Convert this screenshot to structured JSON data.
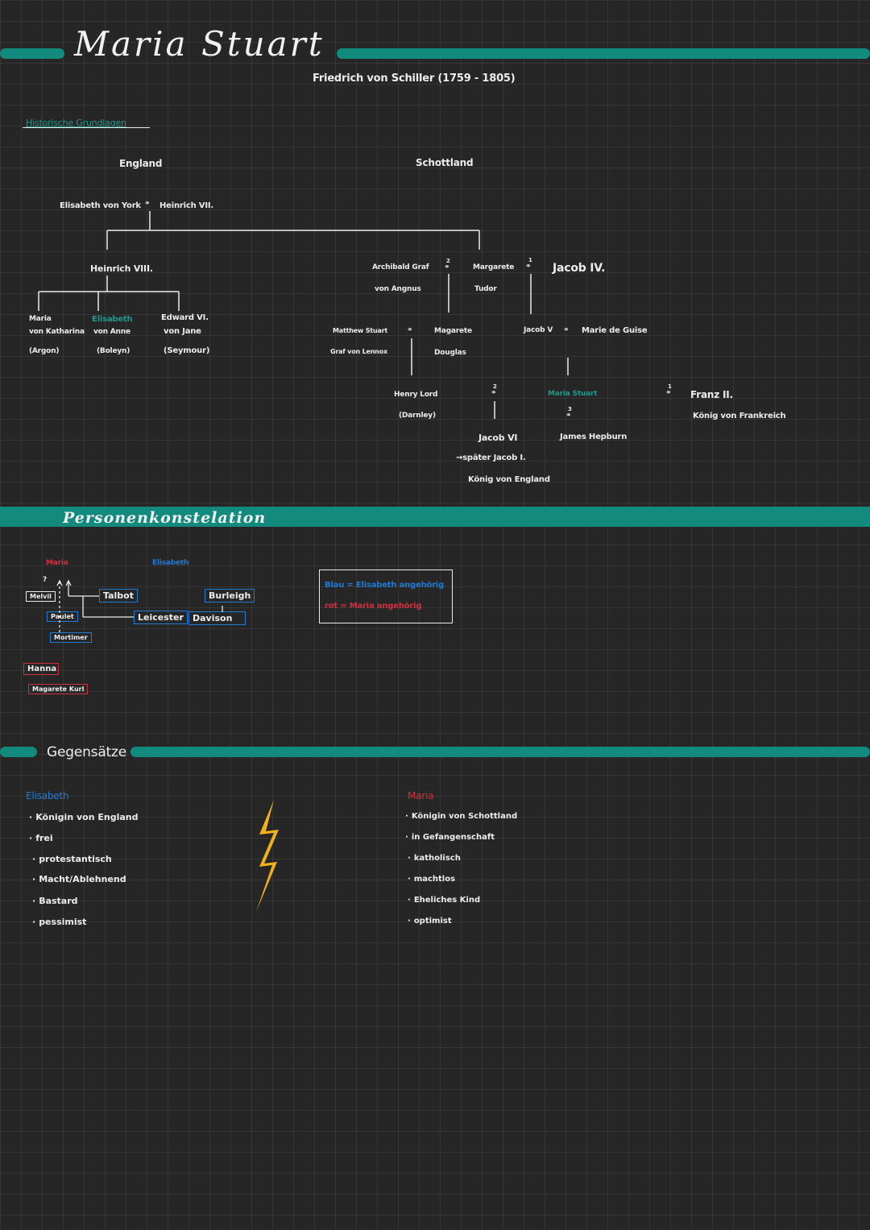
{
  "header": {
    "title": "Maria Stuart",
    "subtitle": "Friedrich von Schiller (1759 - 1805)"
  },
  "section1": {
    "heading": "Historische Grundlagen",
    "england": {
      "label": "England",
      "parents": "Elisabeth von York",
      "marriage_symbol": "⚭",
      "father": "Heinrich VII.",
      "son": "Heinrich VIII.",
      "children": [
        {
          "name": "Maria",
          "line2": "von Katharina",
          "line3": "(Argon)"
        },
        {
          "name": "Elisabeth",
          "line2": "von Anne",
          "line3": "(Boleyn)"
        },
        {
          "name": "Edward VI.",
          "line2": "von Jane",
          "line3": "(Seymour)"
        }
      ]
    },
    "schottland": {
      "label": "Schottland",
      "archibald_l1": "Archibald Graf",
      "archibald_l2": "von Angnus",
      "margarete_l1": "Margarete",
      "margarete_l2": "Tudor",
      "jacob4": "Jacob IV.",
      "matthew_l1": "Matthew Stuart",
      "matthew_l2": "Graf von Lennox",
      "margarete_d_l1": "Magarete",
      "margarete_d_l2": "Douglas",
      "jacob5": "Jacob V",
      "marie_guise": "Marie de Guise",
      "henry_l1": "Henry Lord",
      "henry_l2": "(Darnley)",
      "maria_stuart": "Maria Stuart",
      "franz": "Franz II.",
      "franz_l2": "König von Frankreich",
      "jacob6": "Jacob VI",
      "jacob6_l2": "→später Jacob I.",
      "jacob6_l3": "König von England",
      "james": "James Hepburn",
      "num2a": "2",
      "num1": "1",
      "num2b": "2",
      "num3": "3"
    }
  },
  "section2": {
    "heading": "Personenkonstelation",
    "maria_label": "Maria",
    "elisabeth_label": "Elisabeth",
    "nodes": {
      "melvil": "Melvil",
      "paulet": "Paulet",
      "mortimer": "Mortimer",
      "talbot": "Talbot",
      "leicester": "Leicester",
      "burleigh": "Burleigh",
      "davison": "Davison",
      "hanna": "Hanna",
      "margarete": "Magarete Kurl"
    },
    "legend": {
      "blue": "Blau = Elisabeth angehörig",
      "red": "rot = Maria angehörig"
    },
    "question_mark": "?"
  },
  "section3": {
    "heading": "Gegensätze",
    "left_title": "Elisabeth",
    "left_items": [
      "Königin von England",
      "frei",
      "protestantisch",
      "Macht/Ablehnend",
      "Bastard",
      "pessimist"
    ],
    "right_title": "Maria",
    "right_items": [
      "Königin von Schottland",
      "in Gefangenschaft",
      "katholisch",
      "machtlos",
      "Eheliches Kind",
      "optimist"
    ]
  },
  "colors": {
    "teal": "#128a7e",
    "red": "#d0303e",
    "blue": "#1f7bd6",
    "bolt": "#f2b11c",
    "background": "#262626"
  }
}
